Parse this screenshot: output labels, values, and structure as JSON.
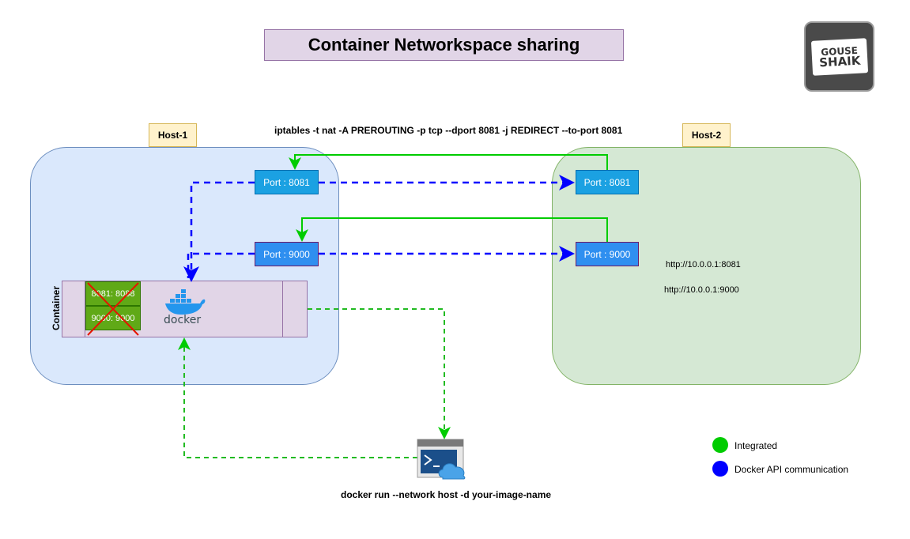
{
  "title": "Container Networkspace sharing",
  "logo": {
    "line1": "GOUSE",
    "line2": "SHAIK"
  },
  "iptables_command": "iptables -t nat -A PREROUTING -p tcp --dport 8081 -j REDIRECT --to-port 8081",
  "host1": {
    "label": "Host-1",
    "ports": [
      "Port : 8081",
      "Port : 9000"
    ],
    "container": {
      "label": "Container",
      "mappings": [
        "8081: 8088",
        "9000: 9000"
      ],
      "docker_text": "docker"
    }
  },
  "host2": {
    "label": "Host-2",
    "ports": [
      "Port : 8081",
      "Port : 9000"
    ],
    "urls": [
      "http://10.0.0.1:8081",
      "http://10.0.0.1:9000"
    ]
  },
  "docker_run_command": "docker run --network host -d your-image-name",
  "legend": {
    "items": [
      {
        "label": "Integrated",
        "color": "#00cc00"
      },
      {
        "label": "Docker API communication",
        "color": "#0000ff"
      }
    ]
  },
  "colors": {
    "green_line": "#00cc00",
    "blue_line": "#0000ff",
    "green_dashed": "#22bb22"
  },
  "icons": {
    "docker": "docker-whale-icon",
    "terminal": "cloud-shell-terminal-icon",
    "cross": "red-cross-icon"
  }
}
